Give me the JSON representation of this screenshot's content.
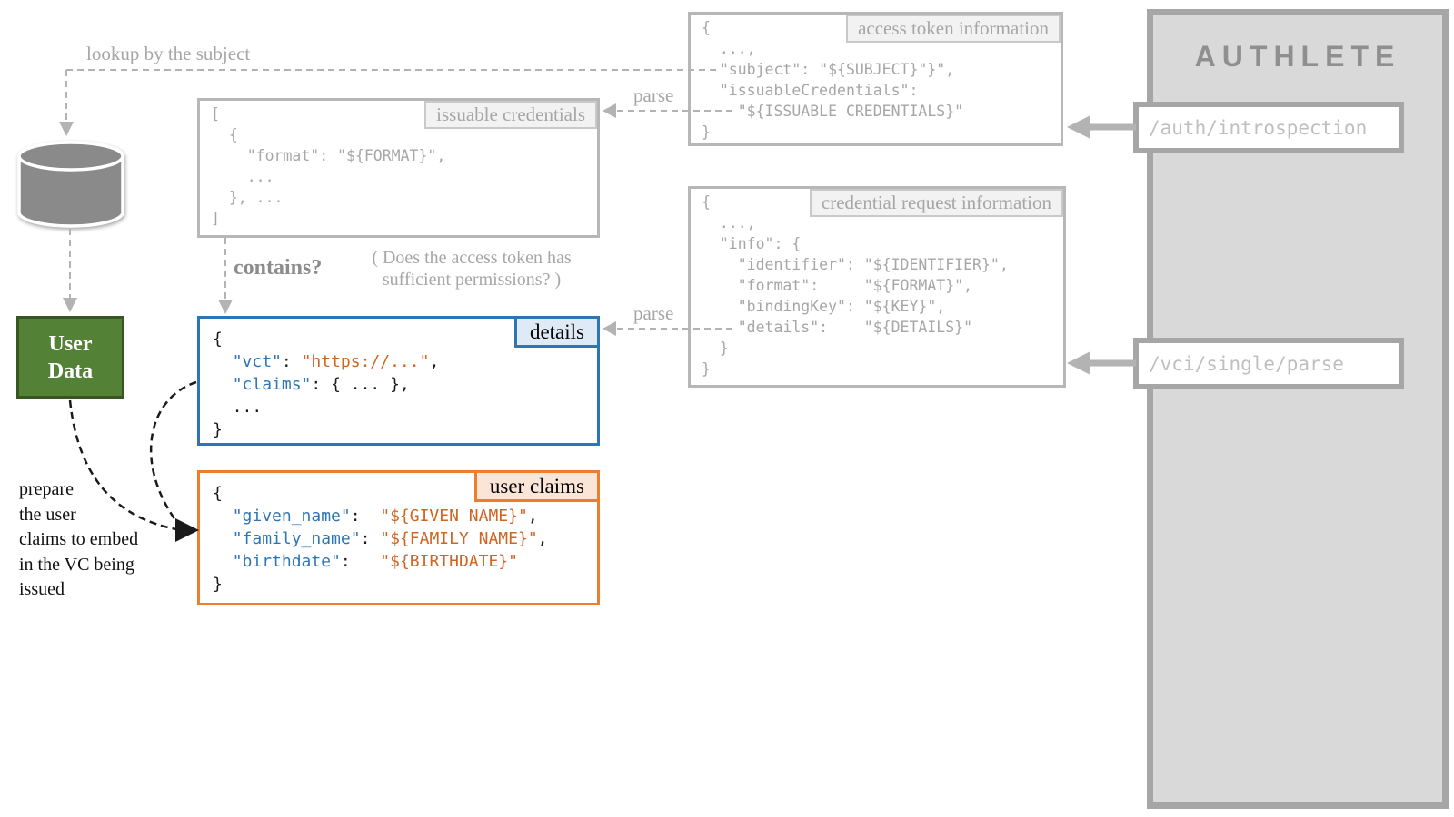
{
  "colors": {
    "gray_box_border": "#b7b7b7",
    "gray_text": "#a6a6a6",
    "dashed_line_gray": "#b3b3b3",
    "panel_fill": "#d9d9d9",
    "panel_border": "#a6a6a6",
    "brand_text": "#8f8f8f",
    "endpoint_text": "#bfbfbf",
    "blue_accent": "#2e75b6",
    "blue_label_fill": "#deebf7",
    "orange_accent": "#ed7d31",
    "orange_label_fill": "#fbe5d6",
    "code_key_blue": "#2e75b6",
    "code_string_orange": "#d06522",
    "green_fill": "#538135",
    "green_border": "#375623",
    "db_gray": "#8a8a8a"
  },
  "left": {
    "user_db_label": "User DB",
    "user_data_line1": "User",
    "user_data_line2": "Data",
    "lookup_label": "lookup by the subject",
    "prepare_note_lines": [
      "prepare",
      "the user",
      "claims to embed",
      "in the VC being",
      "issued"
    ]
  },
  "middle": {
    "contains_label": "contains?",
    "contains_note_lines": [
      "( Does the access token has",
      "sufficient permissions? )"
    ],
    "parse_label_top": "parse",
    "parse_label_bottom": "parse"
  },
  "boxes": {
    "issuable_credentials": {
      "title": "issuable credentials",
      "code_lines": [
        "[",
        "  {",
        "    \"format\": \"${FORMAT}\",",
        "    ...",
        "  }, ...",
        "]"
      ]
    },
    "access_token": {
      "title": "access token information",
      "code_lines": [
        "{",
        "  ...,",
        "  \"subject\": \"${SUBJECT}\"}\",",
        "  \"issuableCredentials\":",
        "    \"${ISSUABLE CREDENTIALS}\"",
        "}"
      ]
    },
    "credential_request": {
      "title": "credential request information",
      "code_lines": [
        "{",
        "  ...,",
        "  \"info\": {",
        "    \"identifier\": \"${IDENTIFIER}\",",
        "    \"format\":     \"${FORMAT}\",",
        "    \"bindingKey\": \"${KEY}\",",
        "    \"details\":    \"${DETAILS}\"",
        "  }",
        "}"
      ]
    },
    "details": {
      "title": "details",
      "code": [
        [
          {
            "c": "plain",
            "t": "{"
          }
        ],
        [
          {
            "c": "plain",
            "t": "  "
          },
          {
            "c": "key",
            "t": "\"vct\""
          },
          {
            "c": "plain",
            "t": ": "
          },
          {
            "c": "str",
            "t": "\"https://...\""
          },
          {
            "c": "plain",
            "t": ","
          }
        ],
        [
          {
            "c": "plain",
            "t": "  "
          },
          {
            "c": "key",
            "t": "\"claims\""
          },
          {
            "c": "plain",
            "t": ": { ... },"
          }
        ],
        [
          {
            "c": "plain",
            "t": "  ..."
          }
        ],
        [
          {
            "c": "plain",
            "t": "}"
          }
        ]
      ]
    },
    "user_claims": {
      "title": "user claims",
      "code": [
        [
          {
            "c": "plain",
            "t": "{"
          }
        ],
        [
          {
            "c": "plain",
            "t": "  "
          },
          {
            "c": "key",
            "t": "\"given_name\""
          },
          {
            "c": "plain",
            "t": ":  "
          },
          {
            "c": "str",
            "t": "\"${GIVEN NAME}\""
          },
          {
            "c": "plain",
            "t": ","
          }
        ],
        [
          {
            "c": "plain",
            "t": "  "
          },
          {
            "c": "key",
            "t": "\"family_name\""
          },
          {
            "c": "plain",
            "t": ": "
          },
          {
            "c": "str",
            "t": "\"${FAMILY NAME}\""
          },
          {
            "c": "plain",
            "t": ","
          }
        ],
        [
          {
            "c": "plain",
            "t": "  "
          },
          {
            "c": "key",
            "t": "\"birthdate\""
          },
          {
            "c": "plain",
            "t": ":   "
          },
          {
            "c": "str",
            "t": "\"${BIRTHDATE}\""
          }
        ],
        [
          {
            "c": "plain",
            "t": "}"
          }
        ]
      ]
    }
  },
  "authlete": {
    "brand": "AUTHLETE",
    "endpoint_introspection": "/auth/introspection",
    "endpoint_vci_parse": "/vci/single/parse"
  }
}
